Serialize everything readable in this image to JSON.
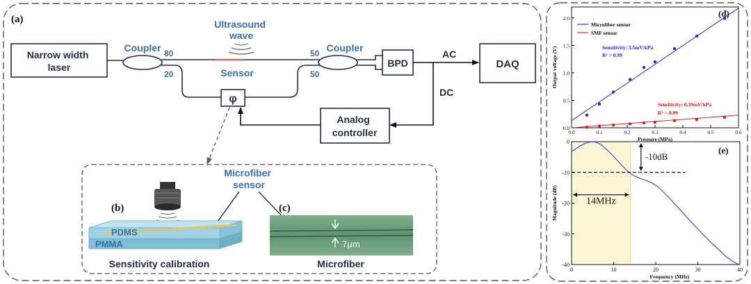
{
  "panels": {
    "a": "(a)",
    "b": "(b)",
    "c": "(c)",
    "d": "(d)",
    "e": "(e)"
  },
  "setup": {
    "laser": [
      "Narrow width",
      "laser"
    ],
    "coupler_left": "Coupler",
    "coupler_right": "Coupler",
    "ratio_80": "80",
    "ratio_20": "20",
    "ratio_50_top": "50",
    "ratio_50_bottom": "50",
    "ultrasound": [
      "Ultrasound",
      "wave"
    ],
    "sensor": "Sensor",
    "phase": "φ",
    "bpd": "BPD",
    "ac": "AC",
    "dc": "DC",
    "daq": "DAQ",
    "controller": [
      "Analog",
      "controller"
    ]
  },
  "inset": {
    "microfiber_sensor": [
      "Microfiber",
      "sensor"
    ],
    "pdms": "PDMS",
    "pmma": "PMMA",
    "sensitivity_calibration": "Sensitivity calibration",
    "microfiber": "Microfiber",
    "width": "7μm"
  },
  "colors": {
    "label_blue": "#3a6fa8",
    "line_dark": "#1e2d40",
    "microfiber_series": "#2a2ad0",
    "smf_series": "#d02020",
    "response_curve": "#4a4ad8",
    "bandwidth_fill": "#fbf7d6",
    "dashed_frame": "#555555"
  },
  "chart_data": [
    {
      "type": "scatter",
      "xlabel": "Pressure (MPa)",
      "ylabel": "Output voltage (V)",
      "xlim": [
        0,
        0.6
      ],
      "ylim": [
        0,
        2.2
      ],
      "xticks": [
        "0.0",
        "0.1",
        "0.2",
        "0.3",
        "0.4",
        "0.5",
        "0.6"
      ],
      "yticks": [
        "0.0",
        "0.5",
        "1.0",
        "1.5",
        "2.0"
      ],
      "legend_position": "top-left",
      "series": [
        {
          "name": "Microfiber sensor",
          "x": [
            0.055,
            0.1,
            0.15,
            0.21,
            0.26,
            0.3,
            0.37,
            0.45,
            0.55
          ],
          "y": [
            0.23,
            0.43,
            0.65,
            0.88,
            1.1,
            1.2,
            1.44,
            1.67,
            1.99
          ],
          "fit": [
            [
              0,
              0.13
            ],
            [
              0.6,
              2.18
            ]
          ],
          "annotation": [
            "Sensitivity: 3.5mV/kPa",
            "R² = 0.99"
          ]
        },
        {
          "name": "SMF sensor",
          "x": [
            0.055,
            0.1,
            0.15,
            0.21,
            0.26,
            0.3,
            0.37,
            0.45,
            0.55
          ],
          "y": [
            0.01,
            0.03,
            0.05,
            0.07,
            0.09,
            0.1,
            0.13,
            0.15,
            0.19
          ],
          "fit": [
            [
              0,
              0.0
            ],
            [
              0.6,
              0.23
            ]
          ],
          "annotation": [
            "Sensitivity: 0.39mV/kPa",
            "R² = 0.99"
          ]
        }
      ]
    },
    {
      "type": "line",
      "xlabel": "Frequency (MHz)",
      "ylabel": "Magnitude (dB)",
      "xlim": [
        0,
        40
      ],
      "ylim": [
        -40,
        0
      ],
      "xticks": [
        "0",
        "10",
        "20",
        "30",
        "40"
      ],
      "yticks": [
        "0",
        "-10",
        "-20",
        "-30",
        "-40"
      ],
      "bandwidth_mhz": 14,
      "level_db": -10,
      "annotations": {
        "drop": "-10dB",
        "bandwidth": "14MHz"
      },
      "series": [
        {
          "x": [
            0,
            1,
            2,
            3,
            4,
            5,
            6,
            7,
            8,
            9,
            10,
            11,
            12,
            13,
            14,
            15,
            16,
            17,
            18,
            19,
            20,
            21,
            22,
            23,
            24,
            25,
            26,
            27,
            28,
            29,
            30,
            31,
            32,
            33,
            34,
            35,
            36,
            37,
            38,
            39,
            40
          ],
          "y": [
            -3.2,
            -2.3,
            -1.4,
            -0.7,
            -0.2,
            0.0,
            -0.3,
            -1.0,
            -2.1,
            -3.4,
            -4.8,
            -6.3,
            -7.8,
            -9.2,
            -10.3,
            -11.2,
            -11.8,
            -12.3,
            -12.8,
            -13.4,
            -14.2,
            -15.3,
            -16.6,
            -18.0,
            -19.5,
            -21.0,
            -22.5,
            -24.0,
            -25.5,
            -27.0,
            -28.4,
            -29.8,
            -31.2,
            -32.6,
            -33.9,
            -35.2,
            -36.5,
            -37.7,
            -38.7,
            -39.5,
            -40.0
          ]
        }
      ]
    }
  ]
}
